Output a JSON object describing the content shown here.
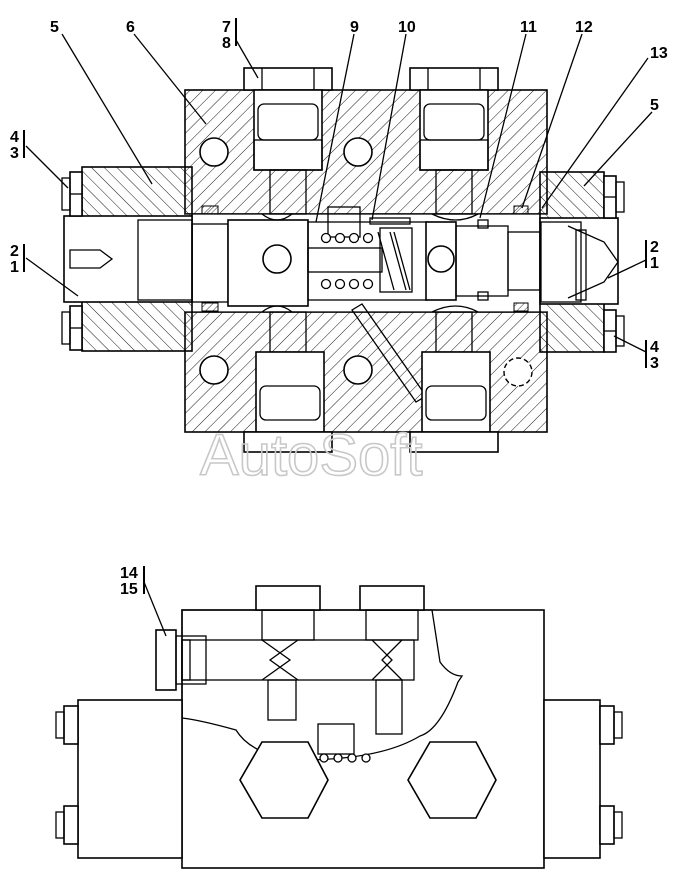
{
  "watermark": "AutoSoft",
  "callouts": {
    "c5a": "5",
    "c6": "6",
    "c7": "7",
    "c8": "8",
    "c9": "9",
    "c10": "10",
    "c11": "11",
    "c12": "12",
    "c13": "13",
    "c5b": "5",
    "c4l": "4",
    "c3l": "3",
    "c2l": "2",
    "c1l": "1",
    "c2r": "2",
    "c1r": "1",
    "c4r": "4",
    "c3r": "3",
    "c14": "14",
    "c15": "15"
  },
  "colors": {
    "line": "#000000",
    "background": "#ffffff",
    "watermark": "#c8c8c8"
  }
}
